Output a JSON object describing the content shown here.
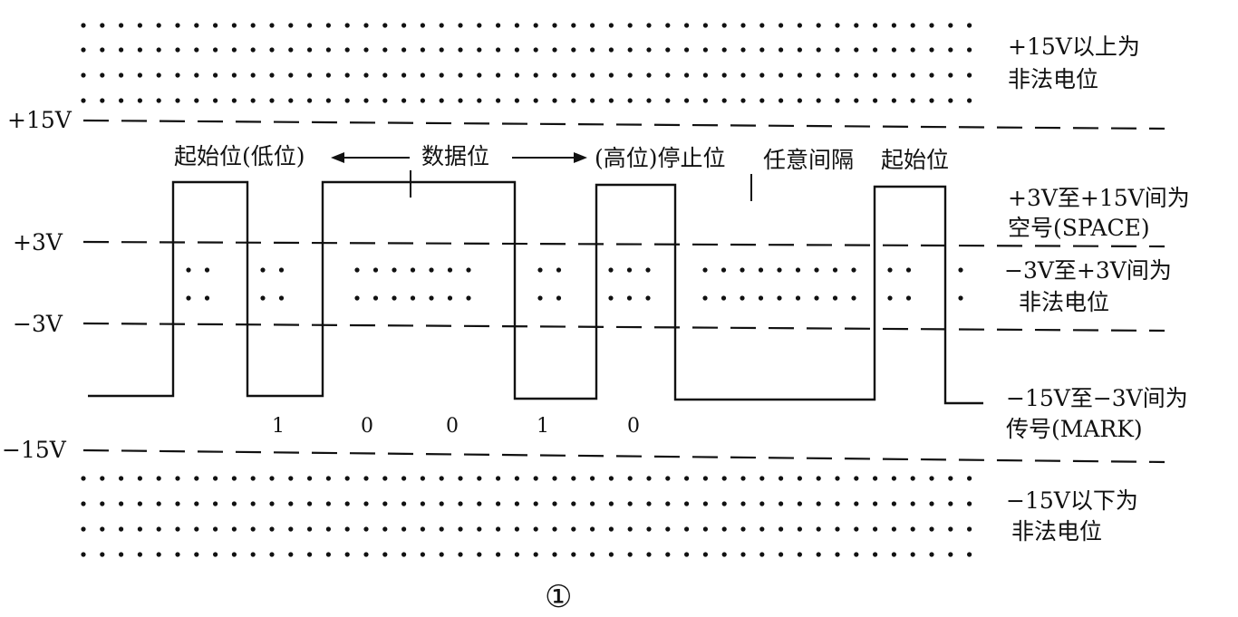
{
  "figure": {
    "caption": "①",
    "level_labels": {
      "plus15": "+15V",
      "plus3": "+3V",
      "minus3": "−3V",
      "minus15": "−15V"
    },
    "annotations": {
      "start_bit": "起始位(低位)",
      "data_bits": "数据位",
      "stop_bit": "(高位)停止位",
      "idle": "任意间隔",
      "start_bit_2": "起始位"
    },
    "regions": {
      "above_15": {
        "line1": "+15V以上为",
        "line2": "非法电位"
      },
      "space": {
        "line1": "+3V至+15V间为",
        "line2": "空号(SPACE)"
      },
      "between_3": {
        "line1": "−3V至+3V间为",
        "line2": "非法电位"
      },
      "mark": {
        "line1": "−15V至−3V间为",
        "line2": "传号(MARK)"
      },
      "below_15": {
        "line1": "−15V以下为",
        "line2": "非法电位"
      }
    },
    "data_bit_values": [
      "1",
      "0",
      "0",
      "1",
      "0"
    ]
  }
}
